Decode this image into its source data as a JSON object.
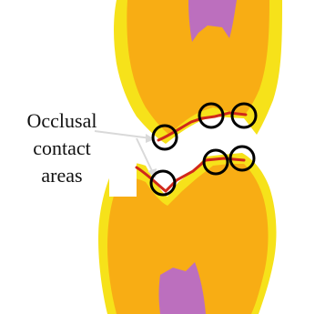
{
  "label": {
    "lines": [
      "Occlusal",
      "contact",
      "areas"
    ]
  },
  "colors": {
    "enamel": "#f6e21a",
    "dentin": "#f8ad14",
    "pulp": "#bc6fbe",
    "contact_line": "#d0281b",
    "circle": "#000000",
    "arrow": "#d9d9d9"
  },
  "markers": {
    "contact_circle_count": 6
  }
}
